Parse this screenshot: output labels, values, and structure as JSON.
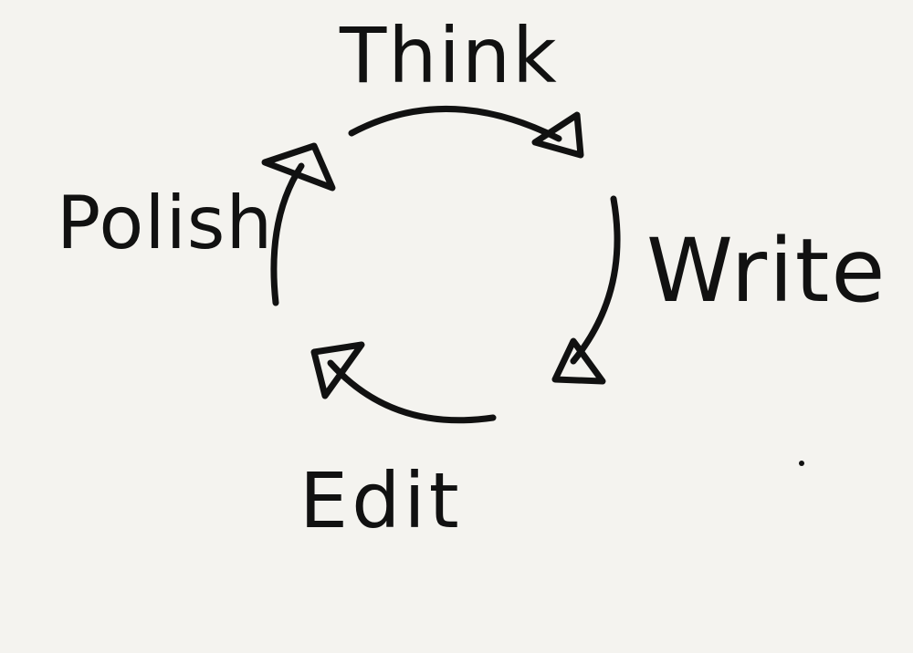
{
  "diagram": {
    "stages": [
      {
        "key": "think",
        "label": "Think"
      },
      {
        "key": "write",
        "label": "Write"
      },
      {
        "key": "edit",
        "label": "Edit"
      },
      {
        "key": "polish",
        "label": "Polish"
      }
    ],
    "colors": {
      "background": "#f4f3ef",
      "ink": "#111111"
    }
  }
}
